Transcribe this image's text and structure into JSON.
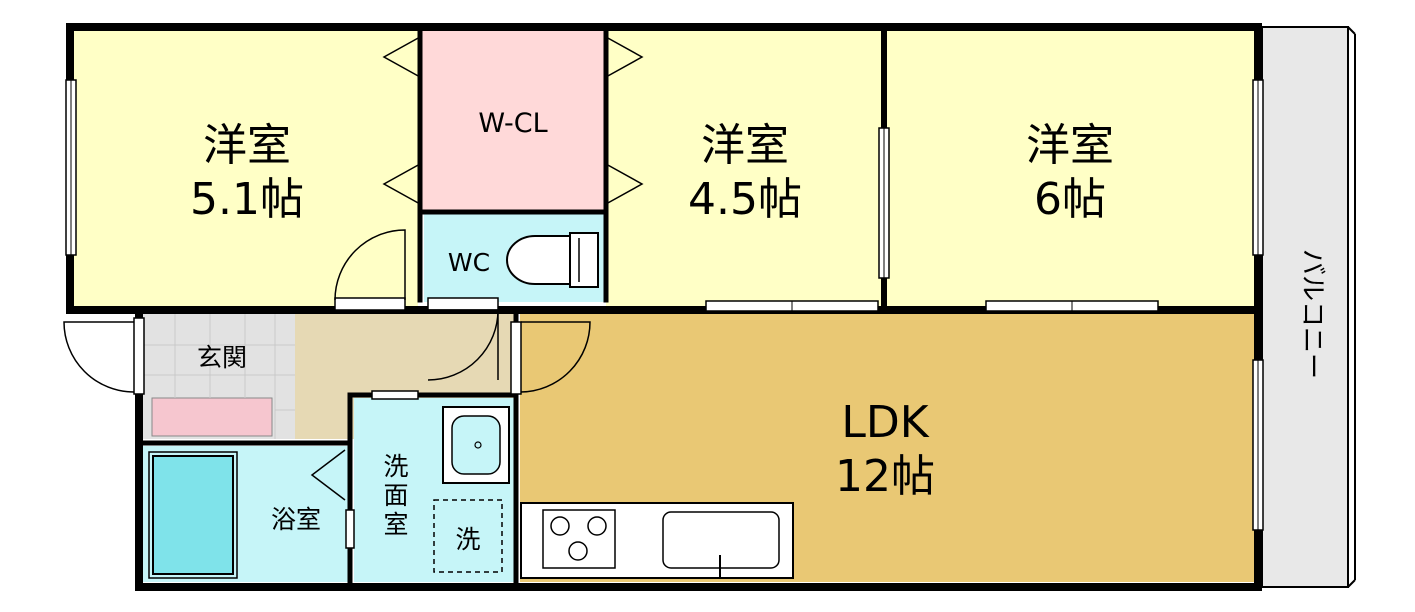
{
  "rooms": {
    "western_left": {
      "name": "洋室",
      "size": "5.1帖"
    },
    "walk_in_closet": {
      "name": "W-CL"
    },
    "western_center": {
      "name": "洋室",
      "size": "4.5帖"
    },
    "western_right": {
      "name": "洋室",
      "size": "6帖"
    },
    "toilet": {
      "name": "WC"
    },
    "entrance": {
      "name": "玄関"
    },
    "ldk": {
      "name": "LDK",
      "size": "12帖"
    },
    "bathroom": {
      "name": "浴室"
    },
    "washroom": {
      "name": "洗面室",
      "chars": [
        "洗",
        "面",
        "室"
      ]
    },
    "washer": {
      "name": "洗"
    },
    "balcony": {
      "name": "バルコニー",
      "chars": [
        "バ",
        "ル",
        "コ",
        "ニ",
        "ー"
      ]
    }
  },
  "colors": {
    "western_room": "#FFFFC6",
    "closet": "#FFD9D9",
    "toilet_wash": "#C6F5F8",
    "ldk": "#E9C874",
    "entrance_tile": "#E2E2E2",
    "hallway": "#E6D9B4",
    "shoe_box": "#F6C6CF",
    "bathtub": "#7FE3EA",
    "balcony": "#E8E8E8",
    "kitchen": "#FFFFFF",
    "wall": "#000000"
  }
}
